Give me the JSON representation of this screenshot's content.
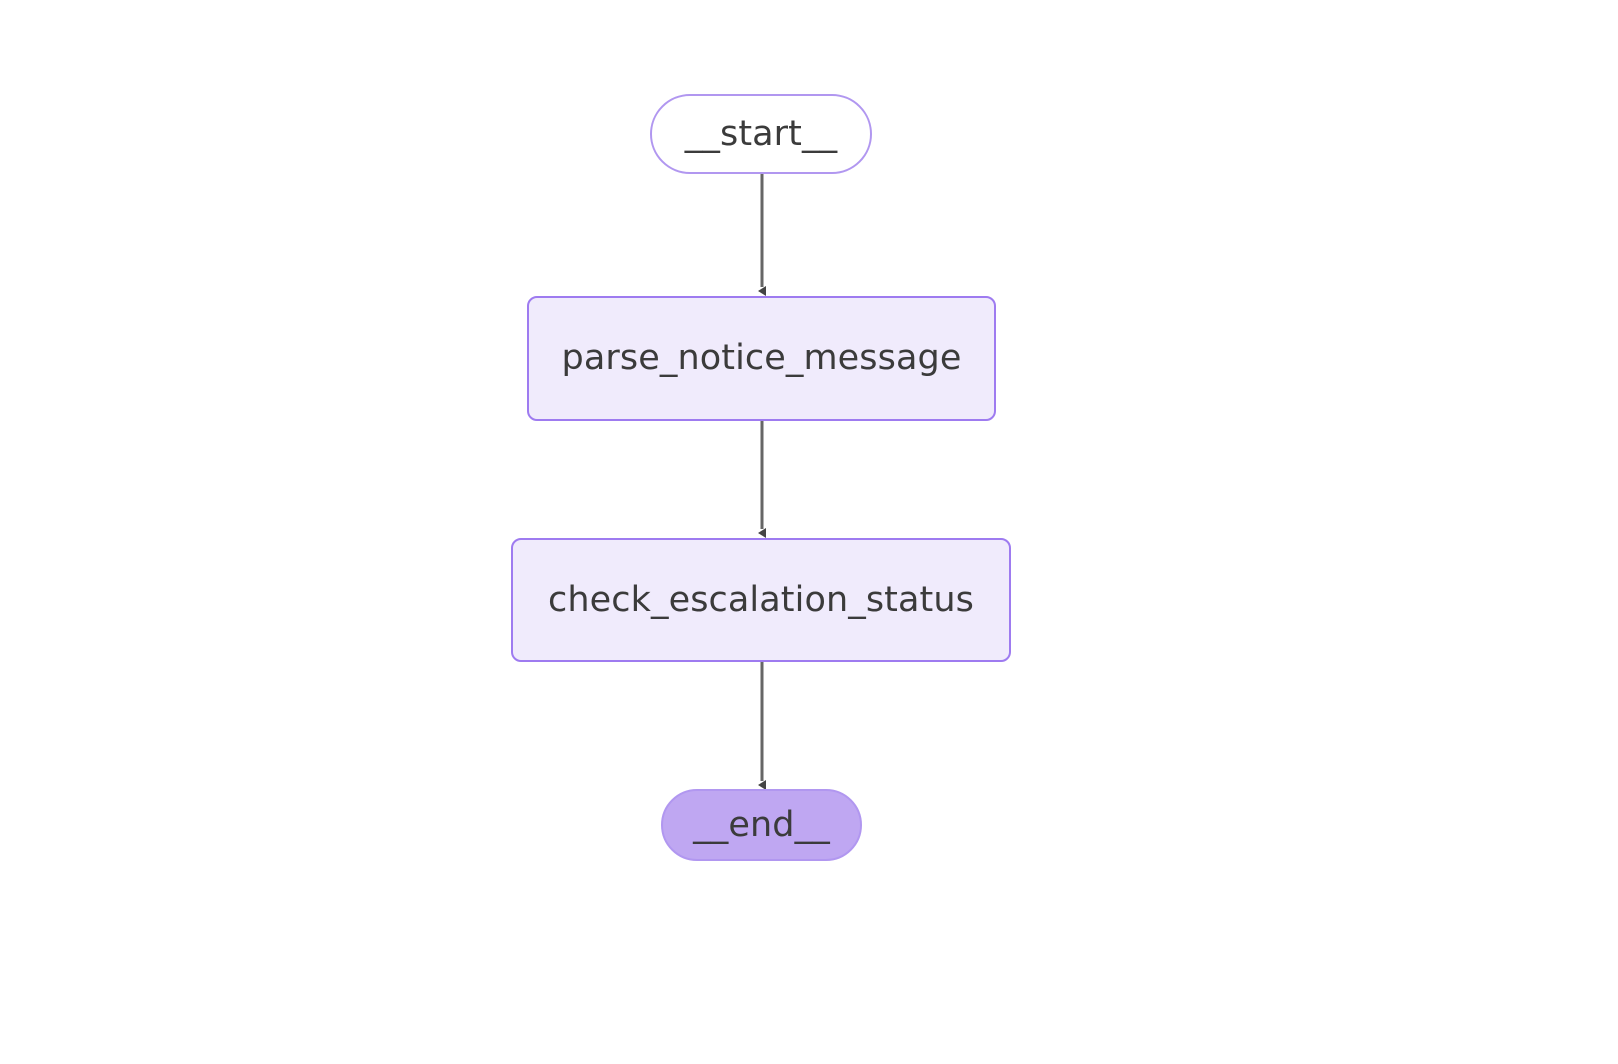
{
  "diagram": {
    "type": "flowchart",
    "direction": "top-to-bottom",
    "background_color": "#ffffff",
    "nodes": [
      {
        "id": "start",
        "label": "__start__",
        "shape": "stadium",
        "fill_color": "#ffffff",
        "border_color": "#b197f0",
        "text_color": "#3b3b3b"
      },
      {
        "id": "parse_notice_message",
        "label": "parse_notice_message",
        "shape": "rounded-rectangle",
        "fill_color": "#f0ebfc",
        "border_color": "#9e7bf0",
        "text_color": "#3b3b3b"
      },
      {
        "id": "check_escalation_status",
        "label": "check_escalation_status",
        "shape": "rounded-rectangle",
        "fill_color": "#f0ebfc",
        "border_color": "#9e7bf0",
        "text_color": "#3b3b3b"
      },
      {
        "id": "end",
        "label": "__end__",
        "shape": "stadium",
        "fill_color": "#bfa7f2",
        "border_color": "#b197f0",
        "text_color": "#3b3b3b"
      }
    ],
    "edges": [
      {
        "from": "start",
        "to": "parse_notice_message",
        "label": "",
        "color": "#555555",
        "arrow": "filled-triangle"
      },
      {
        "from": "parse_notice_message",
        "to": "check_escalation_status",
        "label": "",
        "color": "#555555",
        "arrow": "filled-triangle"
      },
      {
        "from": "check_escalation_status",
        "to": "end",
        "label": "",
        "color": "#555555",
        "arrow": "filled-triangle"
      }
    ]
  }
}
